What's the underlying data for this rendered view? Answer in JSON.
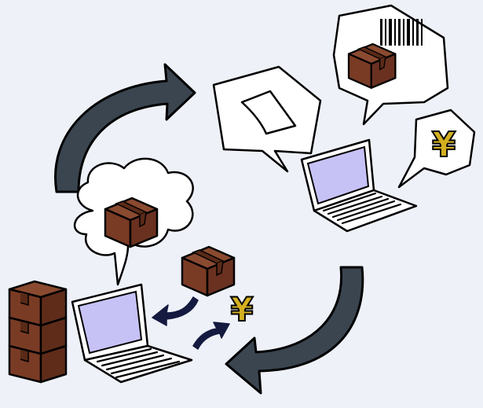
{
  "diagram": {
    "background": "#eef1f8",
    "colors": {
      "arrow": "#3a4550",
      "box": "#7a3b25",
      "box_dark": "#5a2a18",
      "yen": "#d4b020",
      "screen": "#c7c2f5",
      "bubble": "#ffffff",
      "small_arrow": "#141a40"
    },
    "symbols": {
      "currency": "¥"
    },
    "icons": [
      "laptop-icon",
      "package-icon",
      "box-stack-icon",
      "yen-icon",
      "paper-icon",
      "barcode-icon",
      "thought-bubble",
      "speech-bubble",
      "cycle-arrow"
    ]
  }
}
